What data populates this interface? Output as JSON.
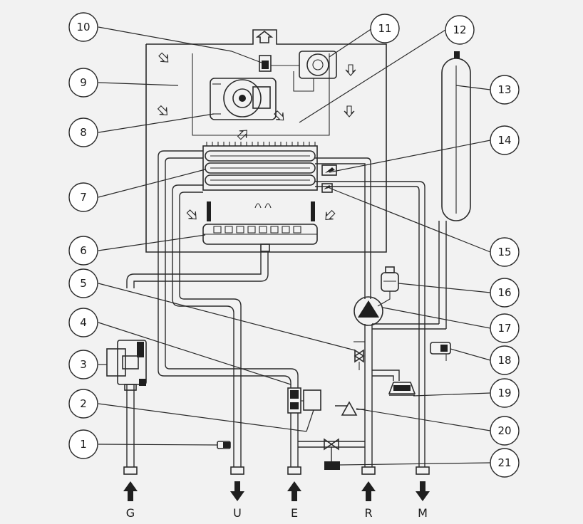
{
  "callouts": [
    {
      "number": "1"
    },
    {
      "number": "2"
    },
    {
      "number": "3"
    },
    {
      "number": "4"
    },
    {
      "number": "5"
    },
    {
      "number": "6"
    },
    {
      "number": "7"
    },
    {
      "number": "8"
    },
    {
      "number": "9"
    },
    {
      "number": "10"
    },
    {
      "number": "11"
    },
    {
      "number": "12"
    },
    {
      "number": "13"
    },
    {
      "number": "14"
    },
    {
      "number": "15"
    },
    {
      "number": "16"
    },
    {
      "number": "17"
    },
    {
      "number": "18"
    },
    {
      "number": "19"
    },
    {
      "number": "20"
    },
    {
      "number": "21"
    }
  ],
  "connections": [
    {
      "label": "G",
      "direction": "in"
    },
    {
      "label": "U",
      "direction": "out"
    },
    {
      "label": "E",
      "direction": "in"
    },
    {
      "label": "R",
      "direction": "in"
    },
    {
      "label": "M",
      "direction": "out"
    }
  ],
  "colors": {
    "line": "#2a2a2a",
    "background": "#f2f2f2",
    "callout_fill": "#ffffff"
  }
}
